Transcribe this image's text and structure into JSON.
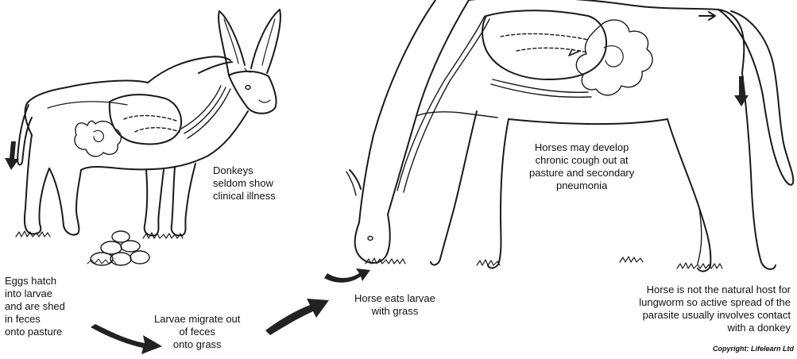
{
  "labels": {
    "donkey_illness": [
      "Donkeys",
      "seldom show",
      "clinical illness"
    ],
    "horse_cough": [
      "Horses may develop",
      "chronic cough out at",
      "pasture and secondary",
      "pneumonia"
    ],
    "eggs_hatch": [
      "Eggs hatch",
      "into larvae",
      "and are shed",
      "in feces",
      "onto pasture"
    ],
    "larvae_migrate": [
      "Larvae migrate out",
      "of feces",
      "onto grass"
    ],
    "horse_eats": [
      "Horse eats larvae",
      "with grass"
    ],
    "not_natural_host": [
      "Horse is not the natural host for",
      "lungworm so active spread of the",
      "parasite usually involves contact",
      "with a donkey"
    ],
    "copyright": "Copyright: Lifelearn Ltd"
  },
  "colors": {
    "line": "#1a1a1a",
    "arrow": "#222222",
    "background": "#ffffff"
  }
}
